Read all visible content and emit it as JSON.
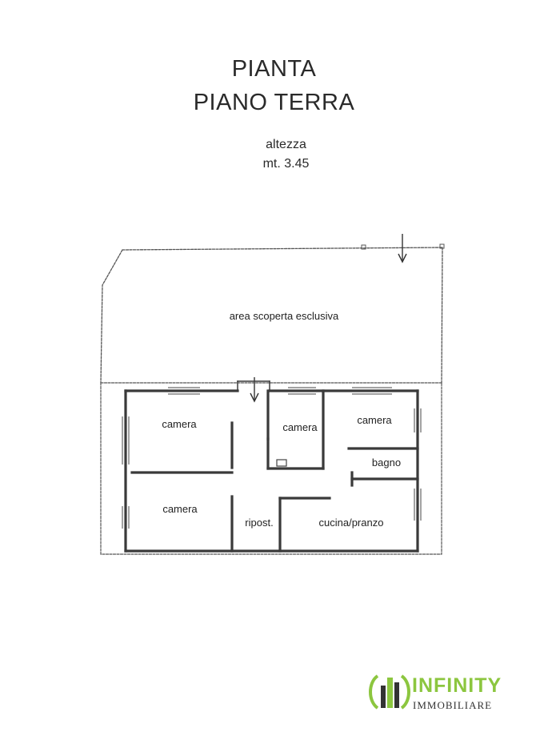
{
  "header": {
    "title_line1": "PIANTA",
    "title_line2": "PIANO TERRA",
    "height_label": "altezza",
    "height_value": "mt. 3.45"
  },
  "plan": {
    "outdoor_area": "area scoperta esclusiva",
    "rooms": {
      "camera_top_left": "camera",
      "camera_top_middle": "camera",
      "camera_top_right": "camera",
      "bagno": "bagno",
      "camera_bottom_left": "camera",
      "ripostiglio": "ripost.",
      "cucina_pranzo": "cucina/pranzo"
    }
  },
  "branding": {
    "name": "INFINITY",
    "tagline": "IMMOBILIARE",
    "accent_color": "#8cc63f",
    "dark_color": "#333333"
  }
}
